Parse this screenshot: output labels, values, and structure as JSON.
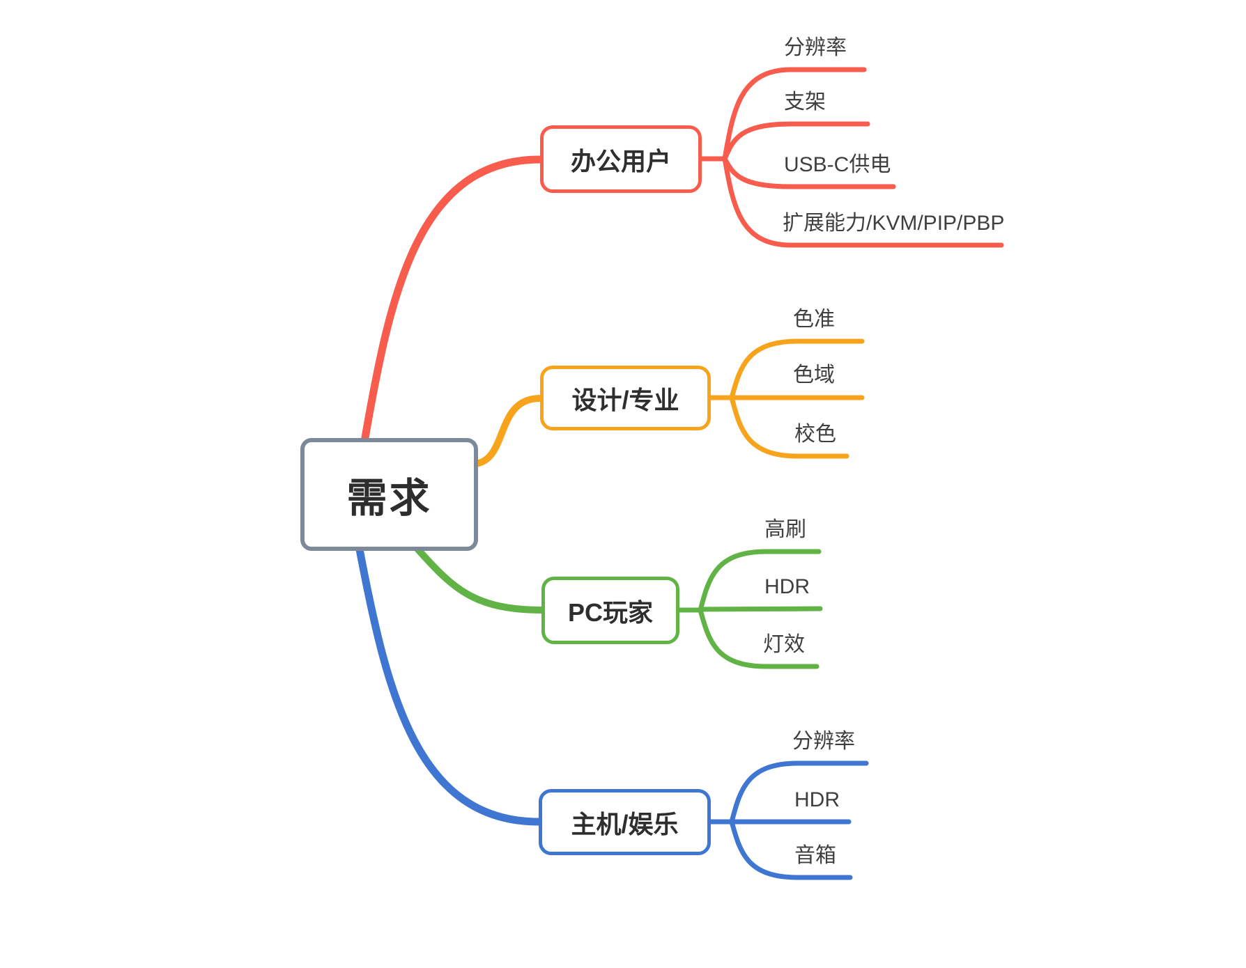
{
  "root": {
    "label": "需求"
  },
  "branches": [
    {
      "id": "office",
      "label": "办公用户",
      "color": "#F75C4C",
      "leaves": [
        "分辨率",
        "支架",
        "USB-C供电",
        "扩展能力/KVM/PIP/PBP"
      ]
    },
    {
      "id": "design",
      "label": "设计/专业",
      "color": "#F7A41C",
      "leaves": [
        "色准",
        "色域",
        "校色"
      ]
    },
    {
      "id": "pc",
      "label": "PC玩家",
      "color": "#61B346",
      "leaves": [
        "高刷",
        "HDR",
        "灯效"
      ]
    },
    {
      "id": "console",
      "label": "主机/娱乐",
      "color": "#3E76D2",
      "leaves": [
        "分辨率",
        "HDR",
        "音箱"
      ]
    }
  ],
  "colors": {
    "rootBorder": "#7D8999",
    "office": "#F75C4C",
    "design": "#F7A41C",
    "pc": "#61B346",
    "console": "#3E76D2",
    "text": "#3F3F3F",
    "background": "#FFFFFF"
  }
}
